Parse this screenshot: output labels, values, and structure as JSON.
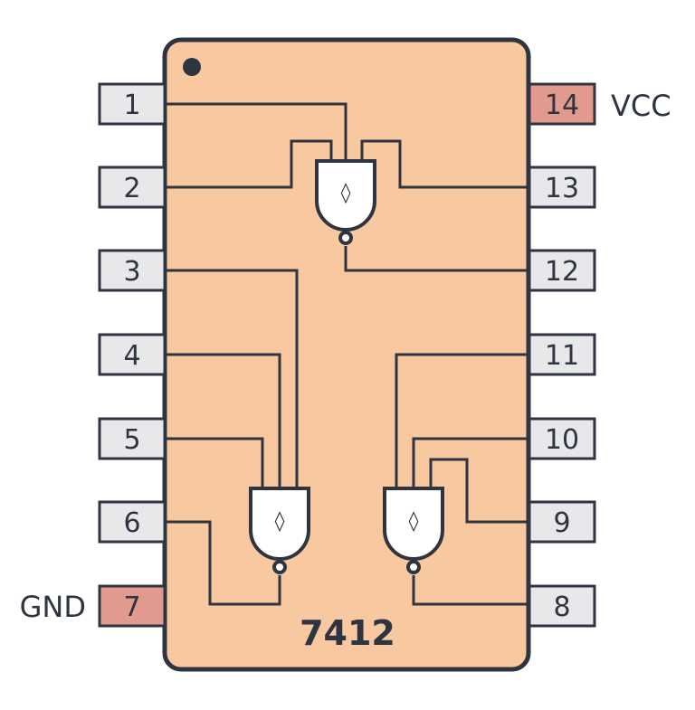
{
  "chip": {
    "part_number": "7412",
    "gate_symbol": "◊",
    "colors": {
      "body": "#f8c9a0",
      "outline": "#2e3440",
      "pin": "#e8e8ea",
      "power_pin": "#e39a8e",
      "wire": "#2e3440",
      "gate_fill": "#ffffff"
    }
  },
  "pins": [
    {
      "number": "1",
      "type": "signal"
    },
    {
      "number": "2",
      "type": "signal"
    },
    {
      "number": "3",
      "type": "signal"
    },
    {
      "number": "4",
      "type": "signal"
    },
    {
      "number": "5",
      "type": "signal"
    },
    {
      "number": "6",
      "type": "signal"
    },
    {
      "number": "7",
      "type": "power",
      "side_label": "GND"
    },
    {
      "number": "8",
      "type": "signal"
    },
    {
      "number": "9",
      "type": "signal"
    },
    {
      "number": "10",
      "type": "signal"
    },
    {
      "number": "11",
      "type": "signal"
    },
    {
      "number": "12",
      "type": "signal"
    },
    {
      "number": "13",
      "type": "signal"
    },
    {
      "number": "14",
      "type": "power",
      "side_label": "VCC"
    }
  ]
}
